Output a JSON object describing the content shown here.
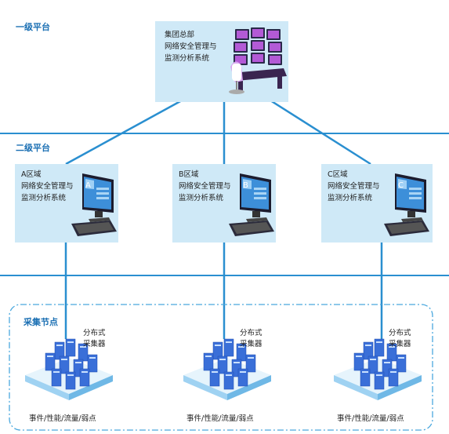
{
  "tiers": {
    "level1_label": "一级平台",
    "level2_label": "二级平台",
    "collect_label": "采集节点"
  },
  "hq": {
    "line1": "集团总部",
    "line2": "网络安全管理与",
    "line3": "监测分析系统"
  },
  "regions": [
    {
      "line1": "A区域",
      "line2": "网络安全管理与",
      "line3": "监测分析系统",
      "screen_letter": "A"
    },
    {
      "line1": "B区域",
      "line2": "网络安全管理与",
      "line3": "监测分析系统",
      "screen_letter": "B"
    },
    {
      "line1": "C区域",
      "line2": "网络安全管理与",
      "line3": "监测分析系统",
      "screen_letter": "C"
    }
  ],
  "collectors": [
    {
      "line1": "分布式",
      "line2": "采集器",
      "bottom": "事件/性能/流量/弱点"
    },
    {
      "line1": "分布式",
      "line2": "采集器",
      "bottom": "事件/性能/流量/弱点"
    },
    {
      "line1": "分布式",
      "line2": "采集器",
      "bottom": "事件/性能/流量/弱点"
    }
  ],
  "colors": {
    "accent": "#1a6fb3",
    "line": "#2a8fd0",
    "box_fill": "#cfe9f7",
    "monitor_blue": "#3d8fd9"
  }
}
